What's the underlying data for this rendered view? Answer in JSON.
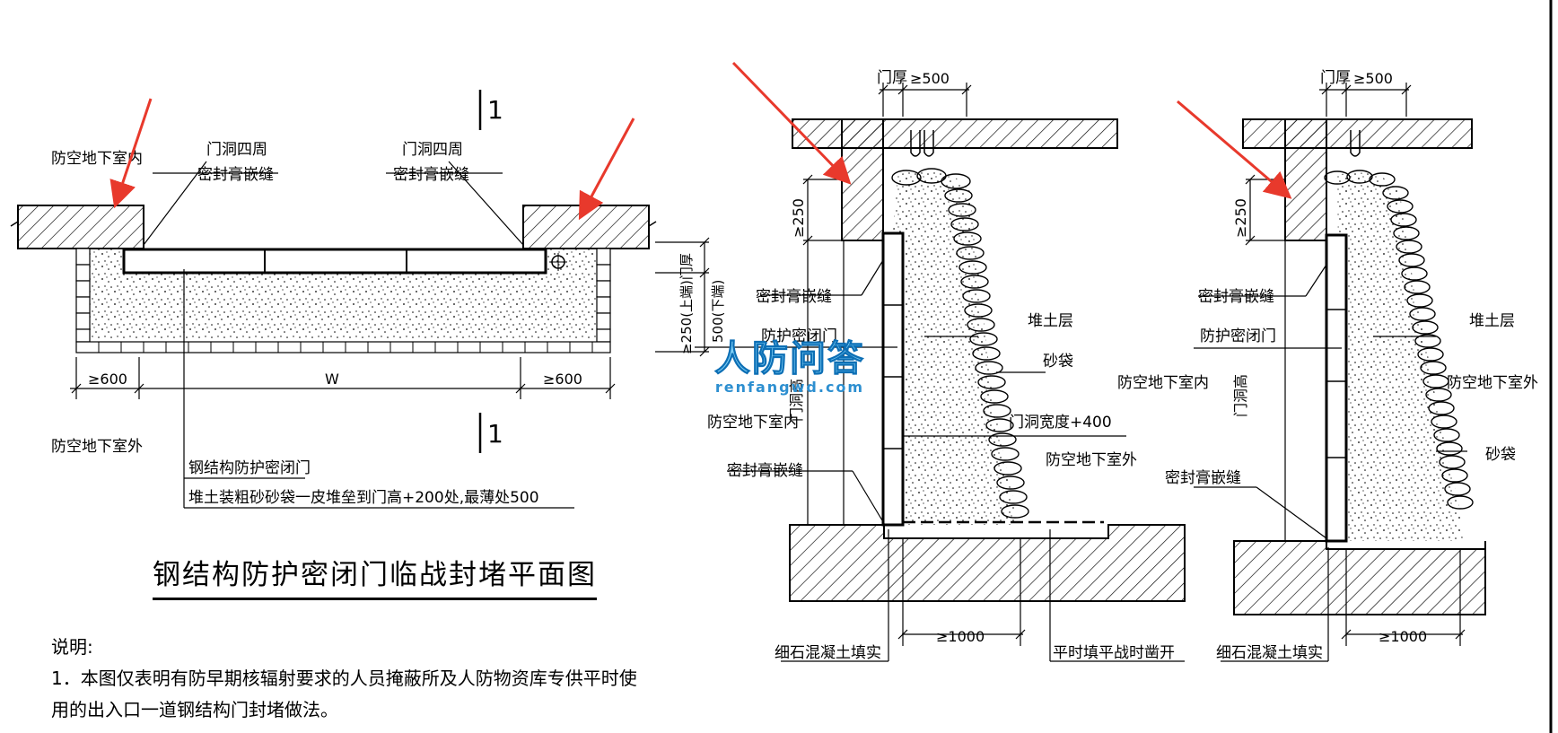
{
  "plan": {
    "section_mark_top": "1",
    "section_mark_bottom": "1",
    "label_inside": "防空地下室内",
    "label_outside": "防空地下室外",
    "seal_left_line1": "门洞四周",
    "seal_left_line2": "密封膏嵌缝",
    "seal_right_line1": "门洞四周",
    "seal_right_line2": "密封膏嵌缝",
    "dim_left": "≥600",
    "dim_middle": "W",
    "dim_right": "≥600",
    "dim_vertical_top": "≥250(上端)门厚",
    "dim_vertical_bottom": "500(下端)",
    "door_note": "钢结构防护密闭门",
    "fill_note": "堆土装粗砂砂袋一皮堆垒到门高+200处,最薄处500",
    "title": "钢结构防护密闭门临战封堵平面图"
  },
  "notes": {
    "heading": "说明:",
    "line1": "1．本图仅表明有防早期核辐射要求的人员掩蔽所及人防物资库专供平时使",
    "line2": "用的出入口一道钢结构门封堵做法。"
  },
  "section_mid": {
    "door_thickness": "门厚",
    "door_dim": "≥500",
    "dim_250": "≥250",
    "seal_top": "密封膏嵌缝",
    "door": "防护密闭门",
    "door_height": "门洞高",
    "inside": "防空地下室内",
    "seal_bottom": "密封膏嵌缝",
    "fill_layer": "堆土层",
    "sandbag": "砂袋",
    "opening_width": "门洞宽度+400",
    "outside": "防空地下室外",
    "concrete": "细石混凝土填实",
    "dim_1000": "≥1000",
    "chisel": "平时填平战时凿开"
  },
  "section_right": {
    "door_thickness": "门厚",
    "door_dim": "≥500",
    "dim_250": "≥250",
    "seal_top": "密封膏嵌缝",
    "door": "防护密闭门",
    "inside": "防空地下室内",
    "door_height": "门洞高",
    "fill_layer": "堆土层",
    "outside": "防空地下室外",
    "sandbag": "砂袋",
    "seal_bottom": "密封膏嵌缝",
    "concrete": "细石混凝土填实",
    "dim_1000": "≥1000"
  },
  "watermark": {
    "main": "人防问答",
    "sub": "renfangwd.com"
  },
  "colors": {
    "line": "#000000",
    "arrow": "#e8392c",
    "watermark": "#29a3e0"
  }
}
